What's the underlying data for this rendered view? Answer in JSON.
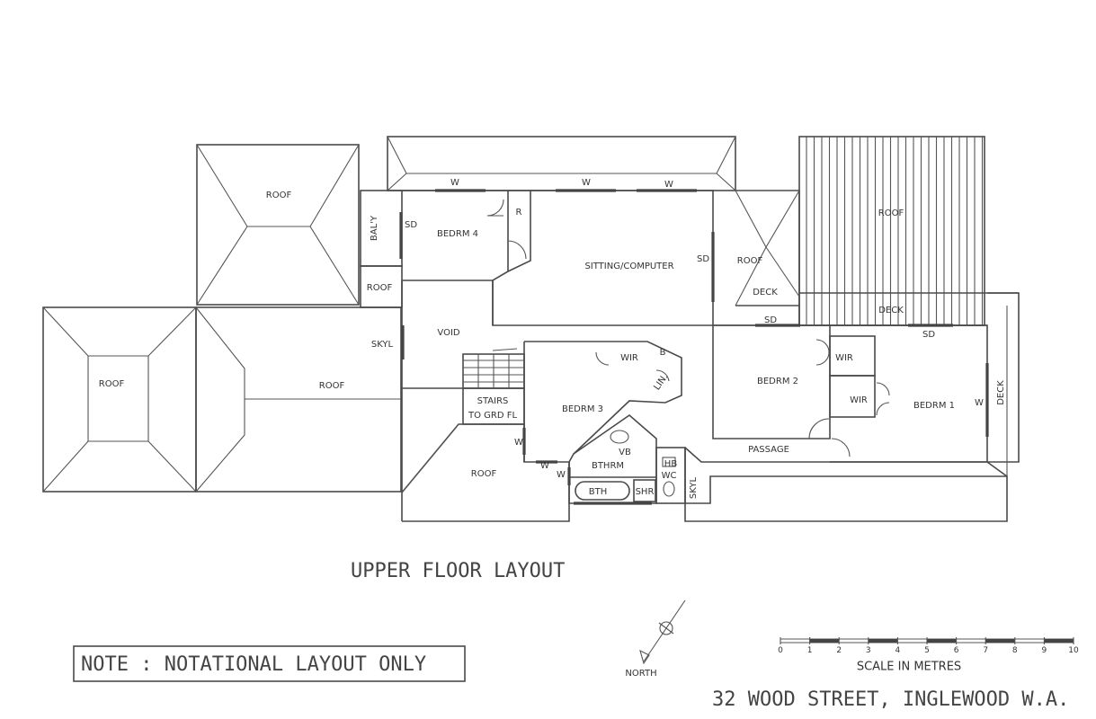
{
  "title": "UPPER FLOOR LAYOUT",
  "note": "NOTE : NOTATIONAL LAYOUT ONLY",
  "address": "32 WOOD STREET, INGLEWOOD W.A.",
  "north_label": "NORTH",
  "scale": {
    "label": "SCALE IN METRES",
    "ticks": [
      "0",
      "1",
      "2",
      "3",
      "4",
      "5",
      "6",
      "7",
      "8",
      "9",
      "10"
    ]
  },
  "rooms": {
    "roof_nw": "ROOF",
    "roof_w": "ROOF",
    "roof_mid": "ROOF",
    "roof_small": "ROOF",
    "roof_s": "ROOF",
    "roof_ne_small": "ROOF",
    "roof_ne": "ROOF",
    "balcony": "BAL'Y",
    "bedrm4": "BEDRM 4",
    "sitting": "SITTING/COMPUTER",
    "void": "VOID",
    "skyl_void": "SKYL",
    "stairs_1": "STAIRS",
    "stairs_2": "TO GRD FL",
    "bedrm3": "BEDRM 3",
    "wir3": "WIR",
    "b": "B",
    "lin": "LIN.",
    "r": "R",
    "bthrm": "BTHRM",
    "vb": "VB",
    "bth": "BTH",
    "shr": "SHR",
    "hb": "HB",
    "wc": "WC",
    "skyl_s": "SKYL",
    "passage": "PASSAGE",
    "bedrm2": "BEDRM 2",
    "wir2": "WIR",
    "wir1": "WIR",
    "bedrm1": "BEDRM 1",
    "deck_small": "DECK",
    "deck_mid": "DECK",
    "deck_e": "DECK"
  },
  "marks": {
    "w": "W",
    "sd": "SD"
  }
}
